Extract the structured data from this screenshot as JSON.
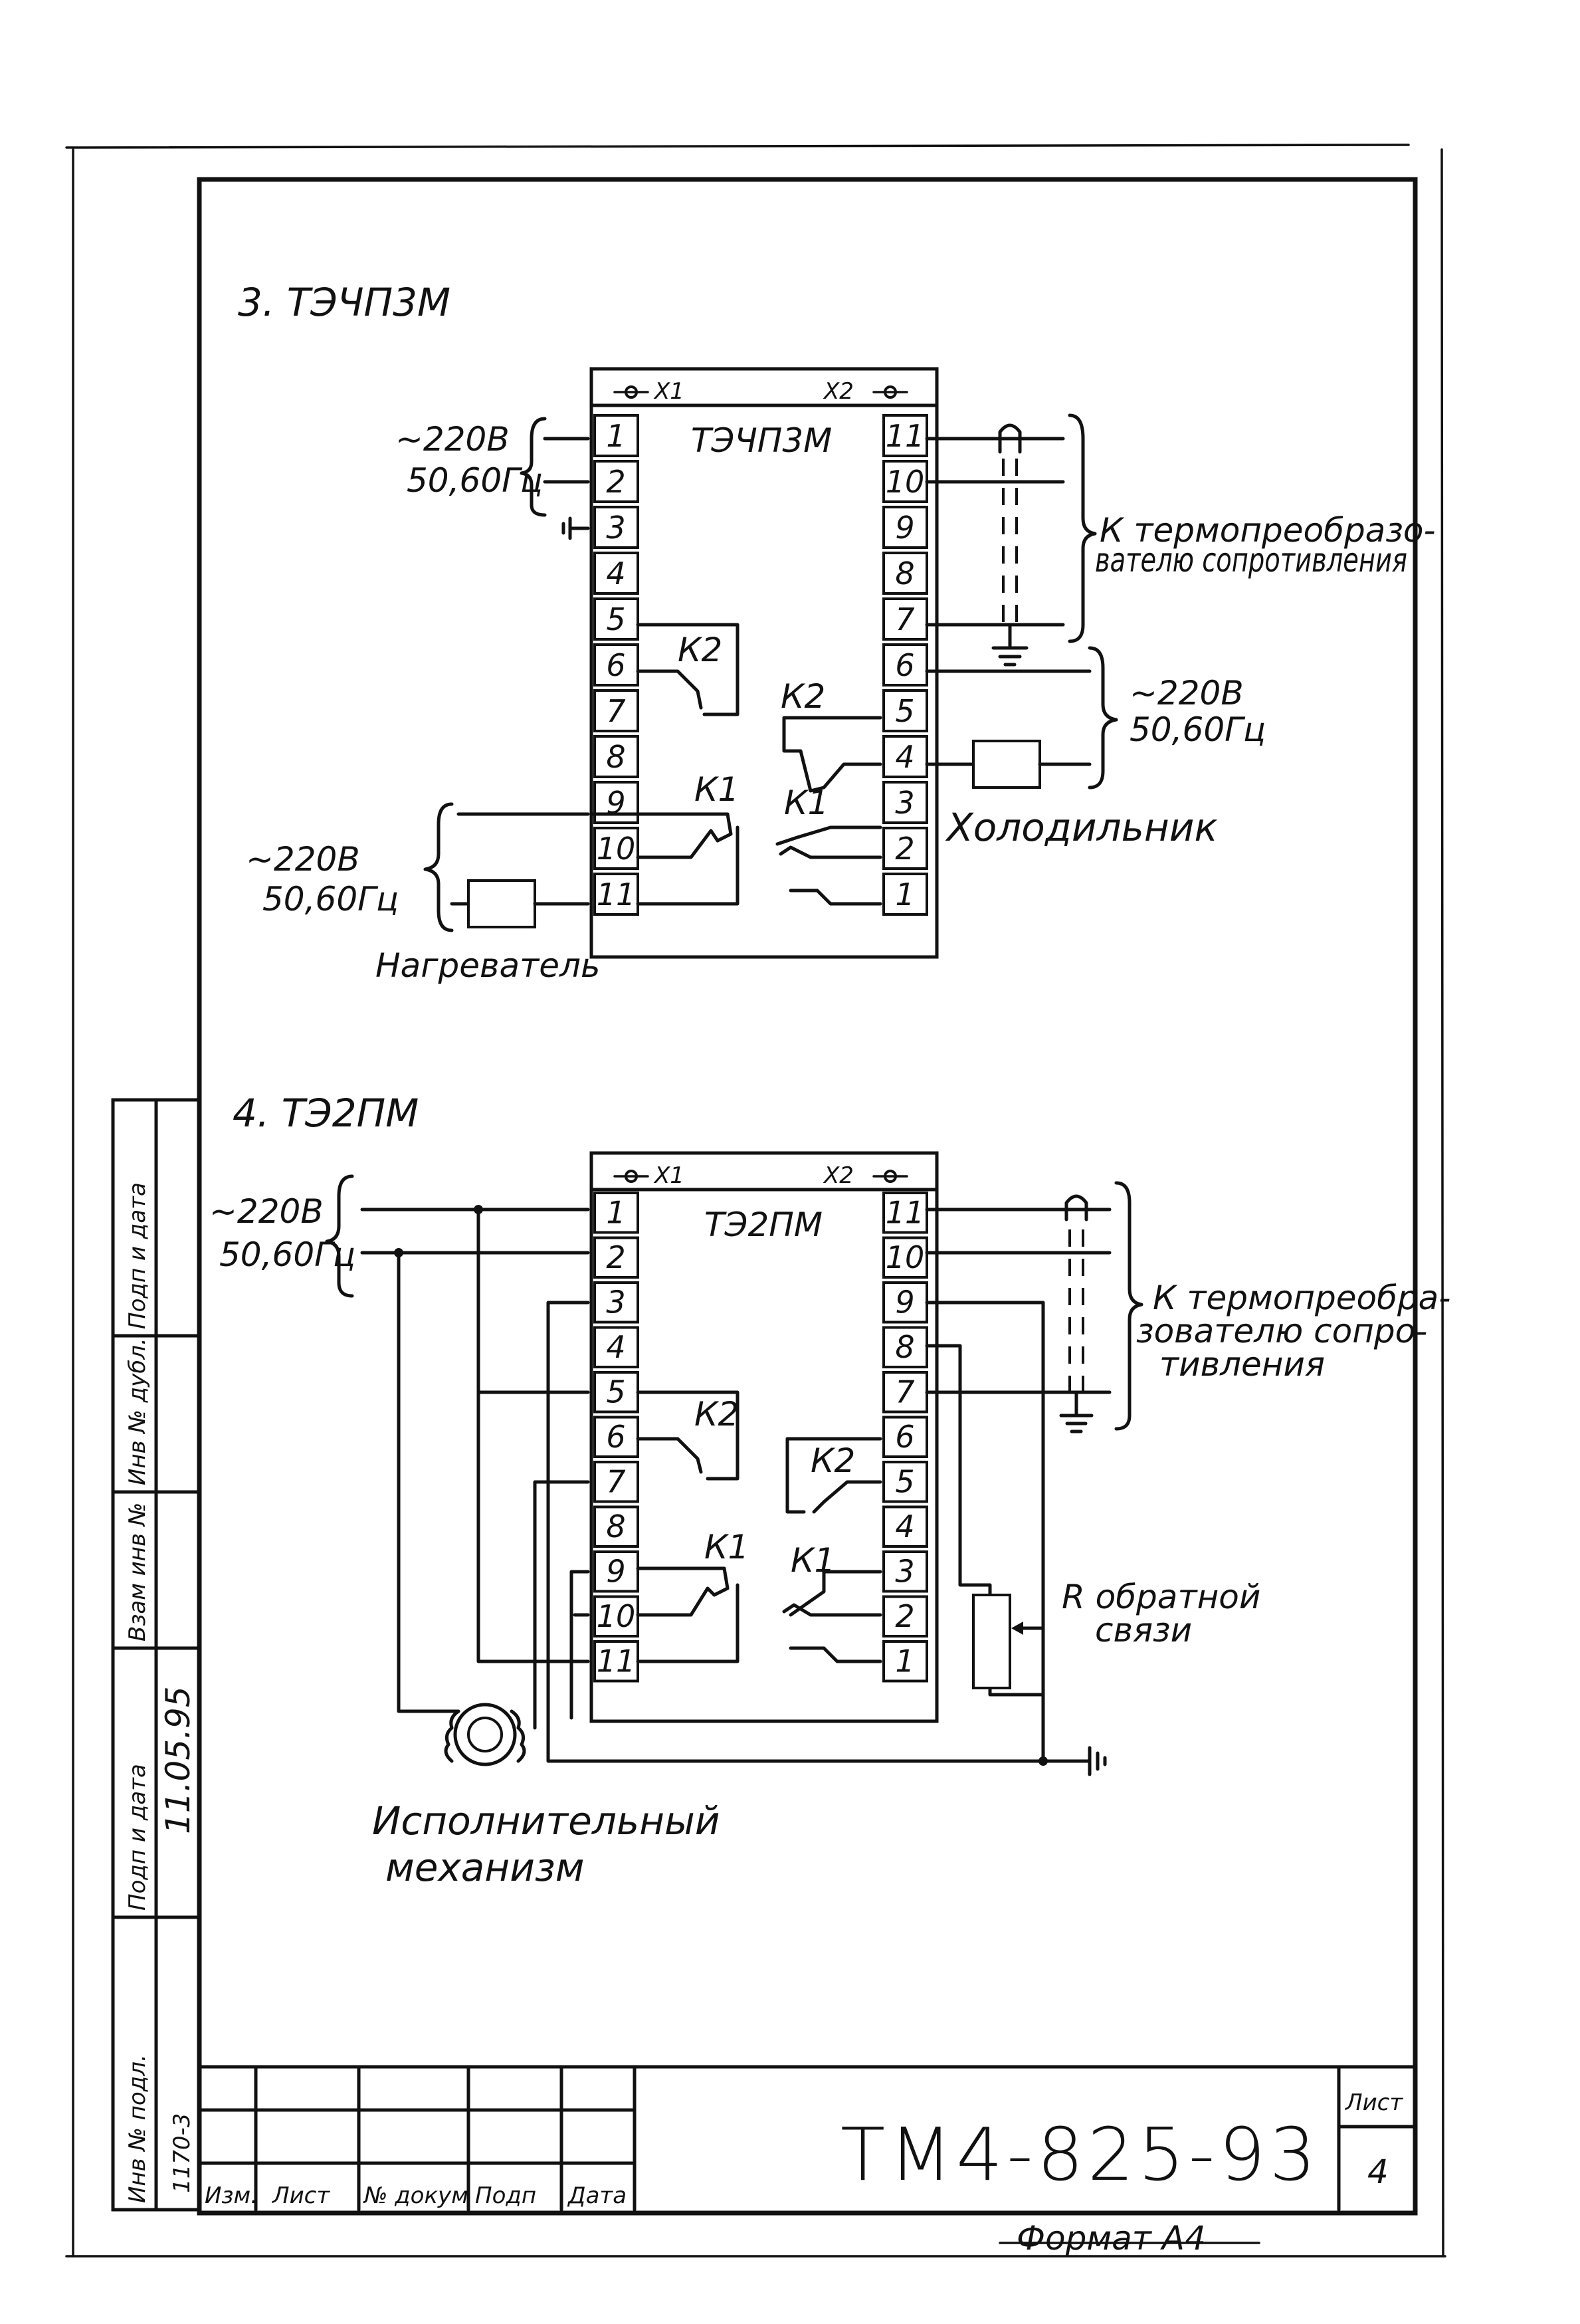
{
  "sections": {
    "s3": {
      "title": "3. ТЭЧП3М",
      "device": "ТЭЧП3М",
      "x1": "X1",
      "x2": "X2",
      "supply_left_top": {
        "v": "~220В",
        "f": "50,60Гц"
      },
      "supply_left_bottom": {
        "v": "~220В",
        "f": "50,60Гц"
      },
      "supply_right": {
        "v": "~220В",
        "f": "50,60Гц"
      },
      "sensor_label": [
        "К термопреобразо-",
        "вателю сопротивления"
      ],
      "cooler": "Холодильник",
      "heater": "Нагреватель",
      "relay_k1": "К1",
      "relay_k2": "К2"
    },
    "s4": {
      "title": "4. ТЭ2ПМ",
      "device": "ТЭ2ПМ",
      "x1": "X1",
      "x2": "X2",
      "supply": {
        "v": "~220В",
        "f": "50,60Гц"
      },
      "sensor_label": [
        "К термопреобра-",
        "зователю сопро-",
        "тивления"
      ],
      "feedback": [
        "R обратной",
        "связи"
      ],
      "actuator": [
        "Исполнительный",
        "механизм"
      ],
      "relay_k1": "К1",
      "relay_k2": "К2"
    }
  },
  "terminals_left": [
    "1",
    "2",
    "3",
    "4",
    "5",
    "6",
    "7",
    "8",
    "9",
    "10",
    "11"
  ],
  "terminals_right": [
    "11",
    "10",
    "9",
    "8",
    "7",
    "6",
    "5",
    "4",
    "3",
    "2",
    "1"
  ],
  "side_stamp": [
    "Инв № подл.",
    "Подп и дата",
    "Взам инв №",
    "Инв № дубл.",
    "Подп и дата"
  ],
  "side_stamp_values": {
    "inv_podl": "1170-3",
    "date": "11.05.95"
  },
  "title_block": {
    "columns": [
      "Изм.",
      "Лист",
      "№ докум",
      "Подп",
      "Дата"
    ],
    "doc_code": "ТМ4-825-93",
    "sheet_label": "Лист",
    "sheet_number": "4",
    "format": "Формат А4"
  }
}
